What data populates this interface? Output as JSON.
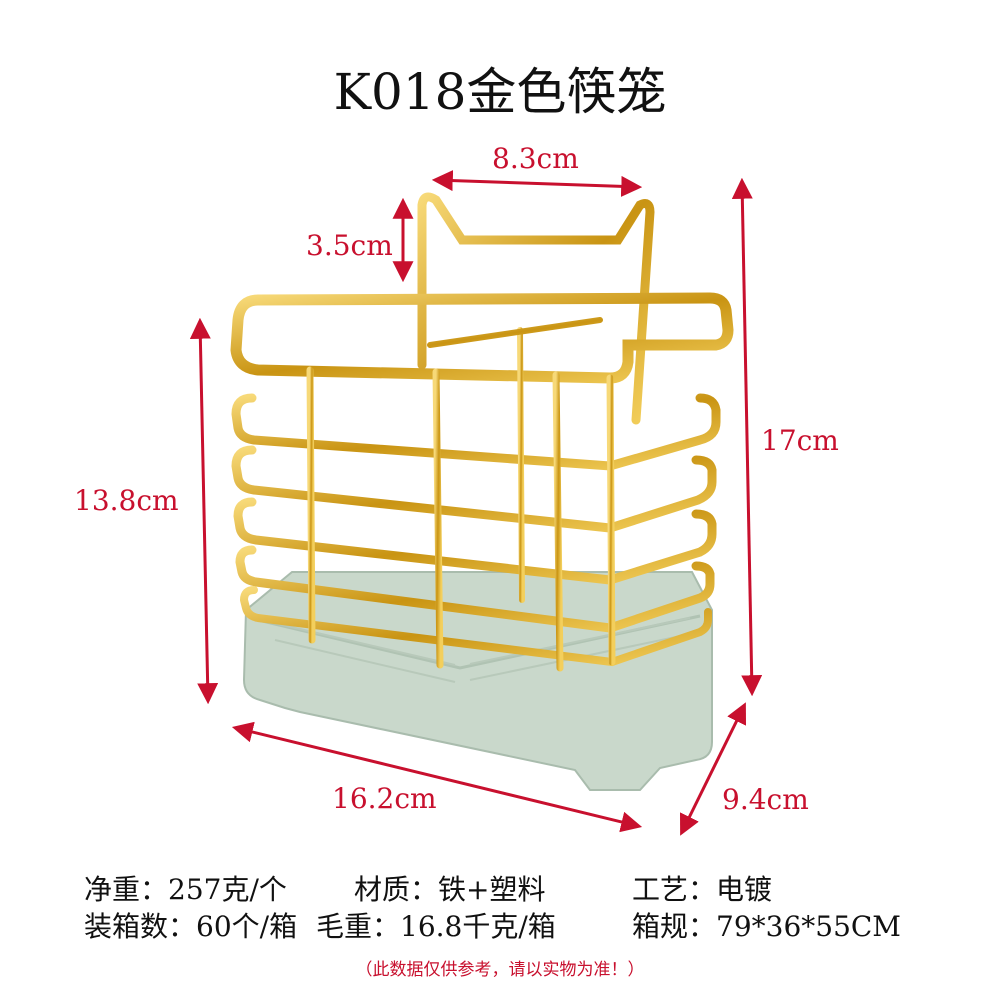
{
  "title": "K018金色筷笼",
  "dimensions": {
    "top_width": "8.3cm",
    "hook_height": "3.5cm",
    "body_height": "13.8cm",
    "total_height": "17cm",
    "length": "16.2cm",
    "depth": "9.4cm"
  },
  "specs": {
    "net_weight": "净重：257克/个",
    "material": "材质：铁+塑料",
    "process": "工艺：电镀",
    "pack_qty": "装箱数：60个/箱",
    "gross_weight": "毛重：16.8千克/箱",
    "carton_size": "箱规：79*36*55CM"
  },
  "note": "（此数据仅供参考，请以实物为准！）",
  "colors": {
    "dimension": "#c8102e",
    "gold": "#d4a017",
    "tray": "#c9d8cb"
  }
}
